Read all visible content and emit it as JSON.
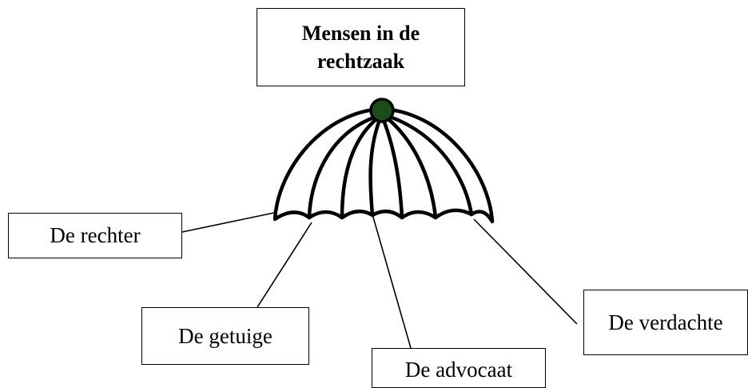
{
  "diagram": {
    "title": "Mensen in de\nrechtzaak",
    "labels": {
      "rechter": "De rechter",
      "getuige": "De getuige",
      "advocaat": "De advocaat",
      "verdachte": "De verdachte"
    },
    "colors": {
      "knob": "#1a4d1a",
      "outline": "#000000",
      "canopy": "#ffffff"
    },
    "icon": "umbrella-icon"
  }
}
